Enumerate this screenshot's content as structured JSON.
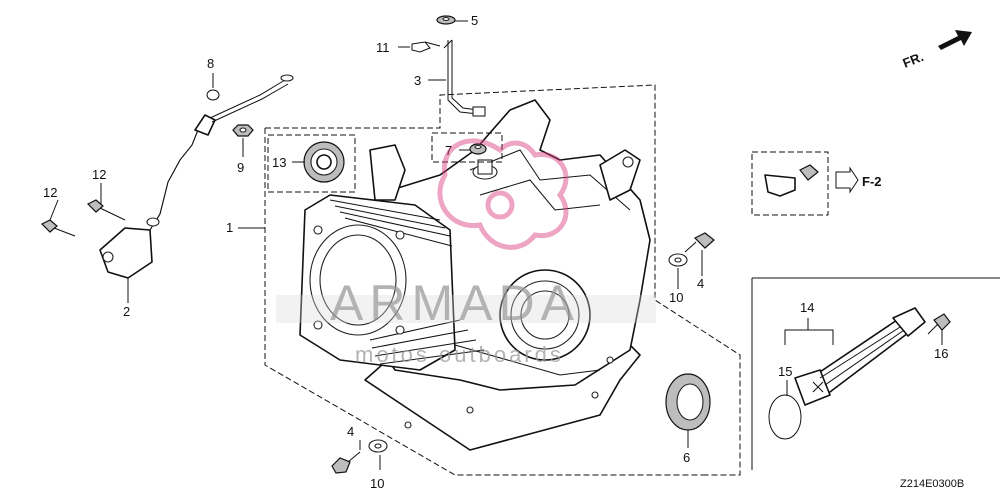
{
  "diagram": {
    "drawing_code": "Z214E0300B",
    "direction_label": "FR.",
    "reference_label": "F-2",
    "watermark": {
      "brand": "ARMADA",
      "sub": "motos outboards",
      "logo": "watermark-logo"
    },
    "callouts": [
      {
        "id": "c1",
        "text": "1"
      },
      {
        "id": "c2",
        "text": "2"
      },
      {
        "id": "c3",
        "text": "3"
      },
      {
        "id": "c4a",
        "text": "4"
      },
      {
        "id": "c4b",
        "text": "4"
      },
      {
        "id": "c5",
        "text": "5"
      },
      {
        "id": "c6",
        "text": "6"
      },
      {
        "id": "c7",
        "text": "7"
      },
      {
        "id": "c8",
        "text": "8"
      },
      {
        "id": "c9",
        "text": "9"
      },
      {
        "id": "c10a",
        "text": "10"
      },
      {
        "id": "c10b",
        "text": "10"
      },
      {
        "id": "c11",
        "text": "11"
      },
      {
        "id": "c12a",
        "text": "12"
      },
      {
        "id": "c12b",
        "text": "12"
      },
      {
        "id": "c13",
        "text": "13"
      },
      {
        "id": "c14",
        "text": "14"
      },
      {
        "id": "c15",
        "text": "15"
      },
      {
        "id": "c16",
        "text": "16"
      }
    ],
    "parts": [
      {
        "callout": "1",
        "name": "crankcase-cylinder-block"
      },
      {
        "callout": "2",
        "name": "pulse-generator-sensor"
      },
      {
        "callout": "3",
        "name": "dipstick-rod"
      },
      {
        "callout": "4",
        "name": "flange-bolt"
      },
      {
        "callout": "5",
        "name": "washer"
      },
      {
        "callout": "6",
        "name": "oil-seal"
      },
      {
        "callout": "7",
        "name": "grommet"
      },
      {
        "callout": "8",
        "name": "o-ring"
      },
      {
        "callout": "9",
        "name": "nut"
      },
      {
        "callout": "10",
        "name": "washer"
      },
      {
        "callout": "11",
        "name": "clip"
      },
      {
        "callout": "12",
        "name": "bolt"
      },
      {
        "callout": "13",
        "name": "bearing"
      },
      {
        "callout": "14",
        "name": "oil-filler-cap"
      },
      {
        "callout": "15",
        "name": "o-ring"
      },
      {
        "callout": "16",
        "name": "bolt"
      }
    ],
    "colors": {
      "line": "#111111",
      "watermark": "#9a9a9a",
      "watermark_pink": "#d9387a"
    }
  }
}
